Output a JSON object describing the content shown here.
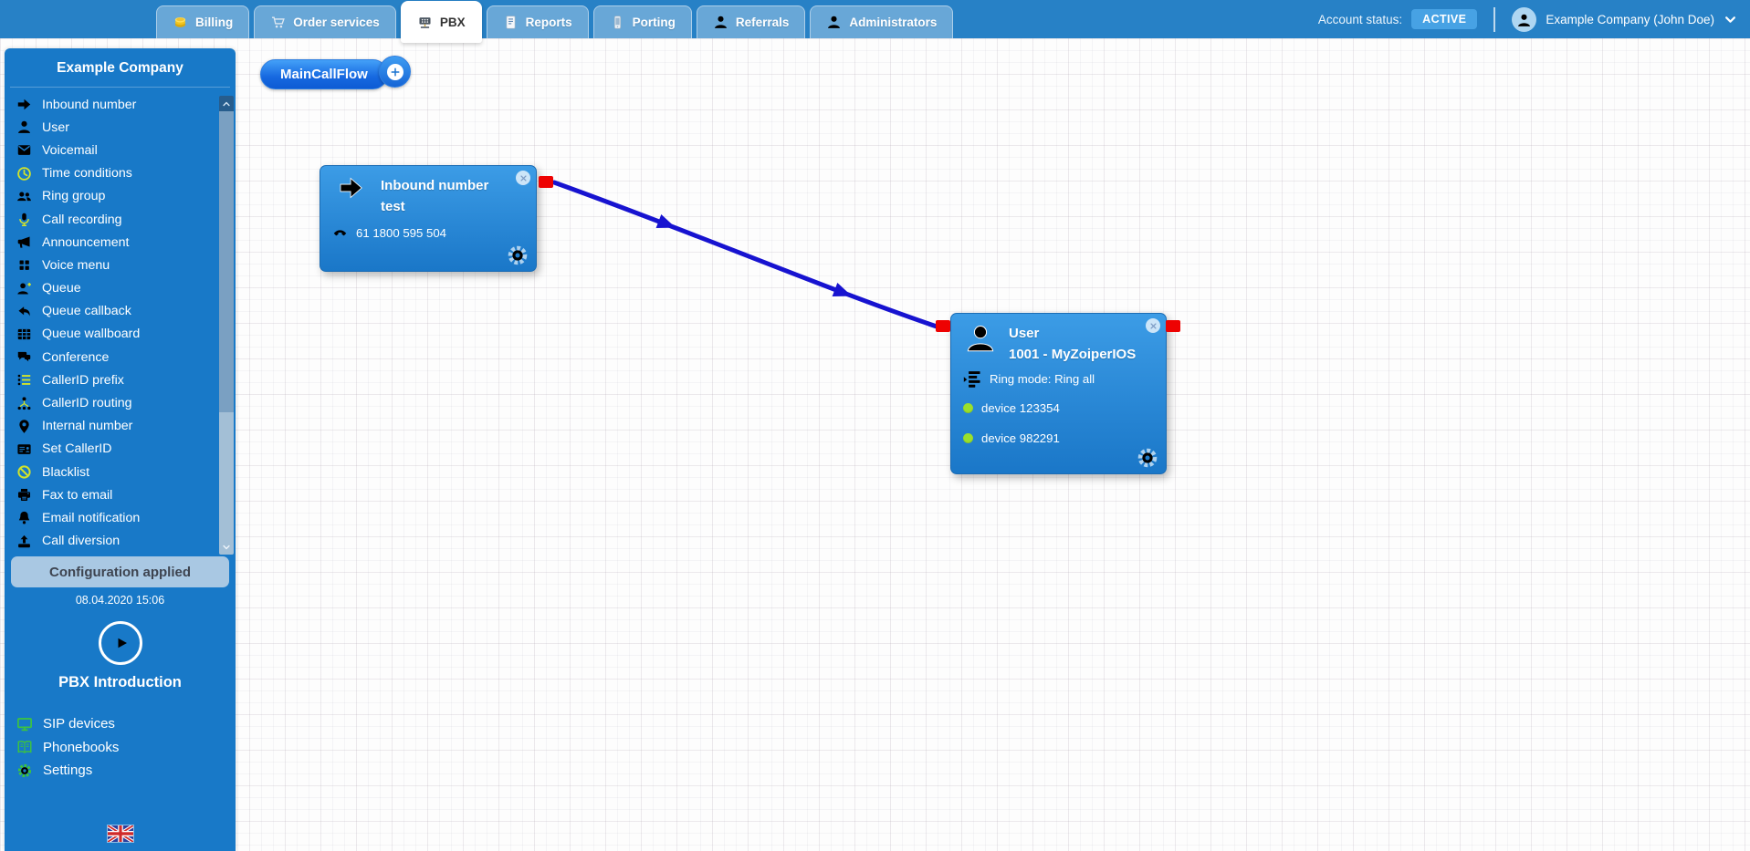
{
  "topbar": {
    "tabs": [
      {
        "label": "Billing",
        "icon": "coins",
        "active": false
      },
      {
        "label": "Order services",
        "icon": "cart",
        "active": false
      },
      {
        "label": "PBX",
        "icon": "pbx-device",
        "active": true
      },
      {
        "label": "Reports",
        "icon": "report-sheet",
        "active": false
      },
      {
        "label": "Porting",
        "icon": "mobile-phone",
        "active": false
      },
      {
        "label": "Referrals",
        "icon": "person",
        "active": false
      },
      {
        "label": "Administrators",
        "icon": "person",
        "active": false
      }
    ],
    "account_status_label": "Account status:",
    "account_status_value": "ACTIVE",
    "account_name": "Example Company (John Doe)"
  },
  "sidebar": {
    "title": "Example Company",
    "items": [
      {
        "label": "Inbound number",
        "icon": "arrow-right"
      },
      {
        "label": "User",
        "icon": "person"
      },
      {
        "label": "Voicemail",
        "icon": "envelope"
      },
      {
        "label": "Time conditions",
        "icon": "clock"
      },
      {
        "label": "Ring group",
        "icon": "people"
      },
      {
        "label": "Call recording",
        "icon": "microphone"
      },
      {
        "label": "Announcement",
        "icon": "megaphone"
      },
      {
        "label": "Voice menu",
        "icon": "grid-dots"
      },
      {
        "label": "Queue",
        "icon": "person-plus"
      },
      {
        "label": "Queue callback",
        "icon": "undo-arrow"
      },
      {
        "label": "Queue wallboard",
        "icon": "table-grid"
      },
      {
        "label": "Conference",
        "icon": "chat-bubbles"
      },
      {
        "label": "CallerID prefix",
        "icon": "list"
      },
      {
        "label": "CallerID routing",
        "icon": "network-tree"
      },
      {
        "label": "Internal number",
        "icon": "map-pin"
      },
      {
        "label": "Set CallerID",
        "icon": "id-card"
      },
      {
        "label": "Blacklist",
        "icon": "ban"
      },
      {
        "label": "Fax to email",
        "icon": "printer"
      },
      {
        "label": "Email notification",
        "icon": "bell"
      },
      {
        "label": "Call diversion",
        "icon": "upload-arrow"
      }
    ],
    "config_status": "Configuration applied",
    "config_timestamp": "08.04.2020 15:06",
    "intro_label": "PBX Introduction",
    "footer_items": [
      {
        "label": "SIP devices",
        "icon": "monitor"
      },
      {
        "label": "Phonebooks",
        "icon": "book"
      },
      {
        "label": "Settings",
        "icon": "gear"
      }
    ],
    "flag_icon": "uk-flag"
  },
  "canvas": {
    "flow_tab_label": "MainCallFlow",
    "nodes": {
      "inbound": {
        "type_label": "Inbound number",
        "name": "test",
        "phone_number": "61 1800 595 504",
        "icon": "inbound-arrow"
      },
      "user": {
        "type_label": "User",
        "name": "1001 - MyZoiperIOS",
        "ring_mode": "Ring mode: Ring all",
        "icon": "user-person",
        "devices": [
          {
            "label": "device 123354",
            "status": "online"
          },
          {
            "label": "device 982291",
            "status": "online"
          }
        ]
      }
    }
  },
  "colors": {
    "topbar": "#2781c6",
    "sidebar": "#1879c8",
    "node_top": "#3c9ce6",
    "node_bottom": "#1a77c8",
    "wire": "#1713d0",
    "connector_red": "#ee0202",
    "device_dot_green": "#9ae02c",
    "sidebar_icon_yellow": "#d2e42a",
    "footer_icon_green": "#3dc53d",
    "badge_blue": "#47a2e4",
    "accent_yellow": "#f2ea1c"
  }
}
